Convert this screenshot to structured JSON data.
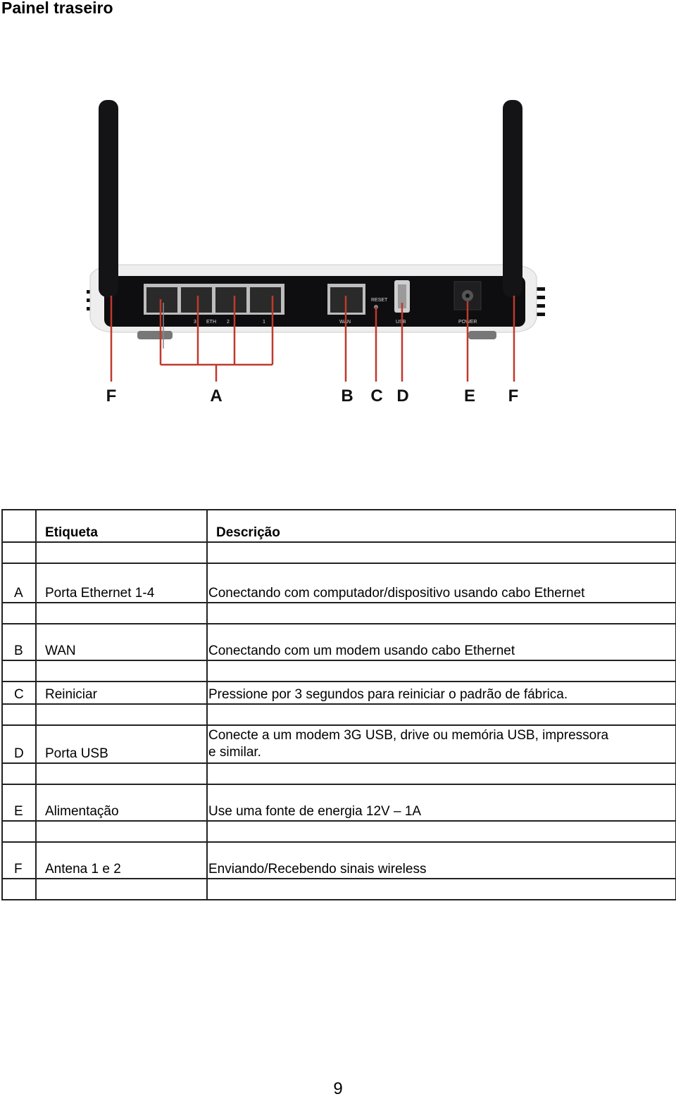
{
  "page": {
    "title": "Painel traseiro",
    "page_number": "9"
  },
  "figure": {
    "port_labels": {
      "eth_3": "3",
      "eth": "ETH",
      "eth_2": "2",
      "eth_1": "1",
      "wan": "WAN",
      "reset": "RESET",
      "usb": "USB",
      "power": "POWER"
    },
    "callouts": [
      "F",
      "A",
      "B",
      "C",
      "D",
      "E",
      "F"
    ],
    "colors": {
      "callout_line": "#c0392b",
      "chassis": "#0e0e10",
      "antenna": "#141416"
    }
  },
  "table": {
    "headers": {
      "label": "Etiqueta",
      "description": "Descrição"
    },
    "rows": [
      {
        "key": "A",
        "label": "Porta Ethernet 1-4",
        "description": "Conectando com computador/dispositivo usando cabo Ethernet"
      },
      {
        "key": "B",
        "label": "WAN",
        "description": "Conectando com um modem usando cabo Ethernet"
      },
      {
        "key": "C",
        "label": "Reiniciar",
        "description": "Pressione por 3 segundos para reiniciar o padrão de fábrica."
      },
      {
        "key": "D",
        "label": "Porta USB",
        "description_line1": "Conecte a um modem 3G USB, drive ou memória USB, impressora",
        "description_line2": "e similar."
      },
      {
        "key": "E",
        "label": "Alimentação",
        "description": "Use uma fonte de energia 12V – 1A"
      },
      {
        "key": "F",
        "label": "Antena 1 e 2",
        "description": "Enviando/Recebendo sinais wireless"
      }
    ]
  }
}
